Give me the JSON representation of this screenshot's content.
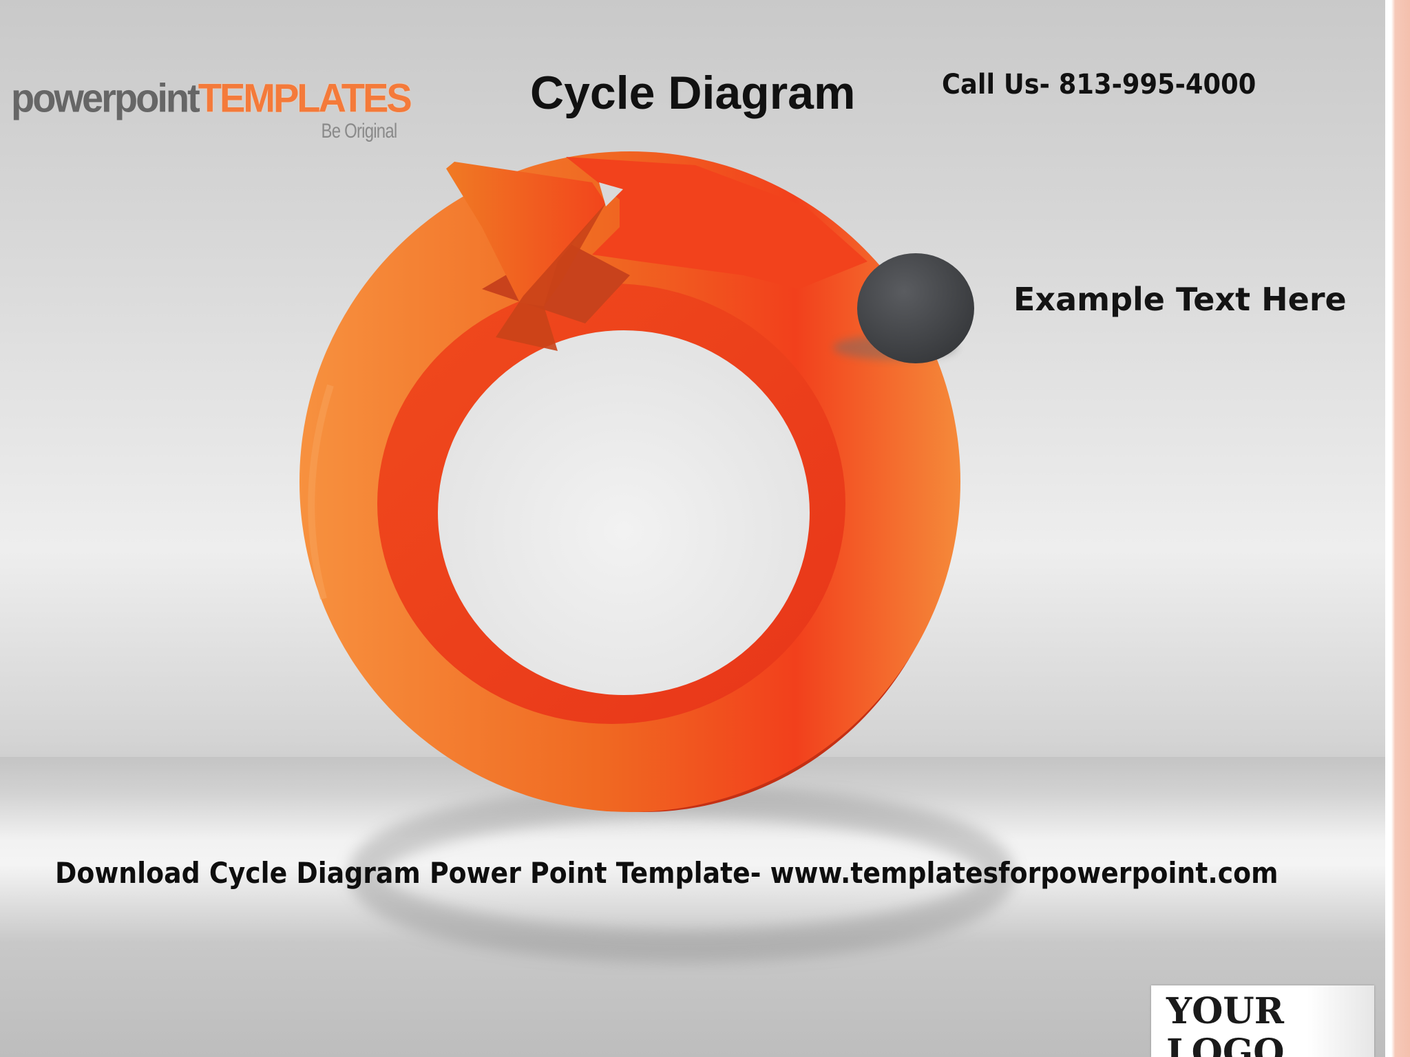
{
  "slide": {
    "title": "Cycle Diagram",
    "phone": "Call Us- 813-995-4000",
    "example_text": "Example Text Here",
    "footer": "Download Cycle Diagram Power Point Template- www.templatesforpowerpoint.com"
  },
  "brand": {
    "word_power": "powerpoint",
    "word_templates": "TEMPLATES",
    "tagline": "Be Original"
  },
  "logo_placeholder": {
    "text": "YOUR LOGO"
  },
  "diagram": {
    "type": "cycle-arrow",
    "arrow_colors": [
      "#f58a3a",
      "#f2401c",
      "#c83214"
    ],
    "marker_color": "#45474b",
    "icons": [
      "cycle-arrow-icon"
    ]
  }
}
